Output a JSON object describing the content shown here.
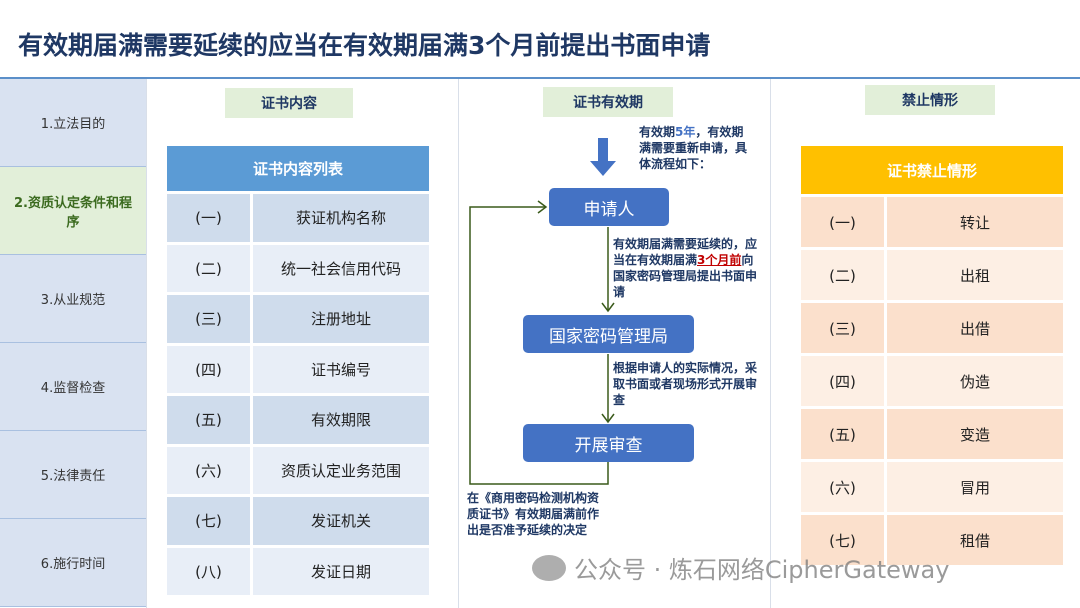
{
  "title": "有效期届满需要延续的应当在有效期届满3个月前提出书面申请",
  "sidebar": [
    "1.立法目的",
    "2.资质认定条件和程序",
    "3.从业规范",
    "4.监督检查",
    "5.法律责任",
    "6.施行时间"
  ],
  "left": {
    "title": "证书内容",
    "table_header": "证书内容列表",
    "rows": [
      [
        "(一)",
        "获证机构名称"
      ],
      [
        "(二)",
        "统一社会信用代码"
      ],
      [
        "(三)",
        "注册地址"
      ],
      [
        "(四)",
        "证书编号"
      ],
      [
        "(五)",
        "有效期限"
      ],
      [
        "(六)",
        "资质认定业务范围"
      ],
      [
        "(七)",
        "发证机关"
      ],
      [
        "(八)",
        "发证日期"
      ]
    ]
  },
  "middle": {
    "title": "证书有效期",
    "intro_a": "有效期",
    "intro_b": "5年",
    "intro_c": "，有效期满需要重新申请，具体流程如下：",
    "step1": "申请人",
    "note1_a": "有效期届满需要延续的，应当在有效期届满",
    "note1_red": "3个月前",
    "note1_b": "向国家密码管理局提出书面申请",
    "step2": "国家密码管理局",
    "note2": "根据申请人的实际情况，采取书面或者现场形式开展审查",
    "step3": "开展审查",
    "note3": "在《商用密码检测机构资质证书》有效期届满前作出是否准予延续的决定"
  },
  "right": {
    "title": "禁止情形",
    "table_header": "证书禁止情形",
    "rows": [
      [
        "(一)",
        "转让"
      ],
      [
        "(二)",
        "出租"
      ],
      [
        "(三)",
        "出借"
      ],
      [
        "(四)",
        "伪造"
      ],
      [
        "(五)",
        "变造"
      ],
      [
        "(六)",
        "冒用"
      ],
      [
        "(七)",
        "租借"
      ]
    ]
  },
  "watermark": "公众号 · 炼石网络CipherGateway",
  "colors": {
    "accent": "#4472c4",
    "table_head": "#5b9bd5",
    "warn_head": "#ffc000",
    "red": "#c00000"
  }
}
